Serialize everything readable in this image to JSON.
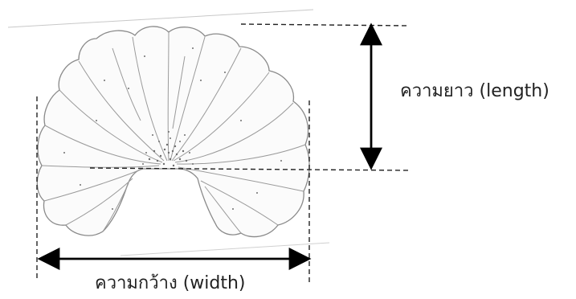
{
  "labels": {
    "length": "ความยาว (length)",
    "width": "ความกว้าง (width)"
  },
  "colors": {
    "leaf_outline": "#8a8a8a",
    "leaf_vein": "#9a9a9a",
    "leaf_dots": "#6e6e6e",
    "guide_lines": "#222222",
    "arrows": "#000000",
    "text": "#222222"
  },
  "icons": {
    "leaf": "lotus-leaf-illustration",
    "length_arrow": "double-headed-vertical-arrow",
    "width_arrow": "double-headed-horizontal-arrow"
  }
}
